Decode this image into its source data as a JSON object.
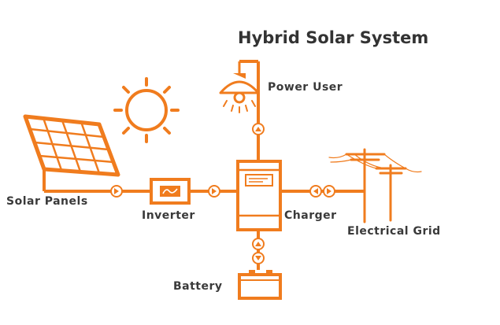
{
  "title": "Hybrid Solar System",
  "labels": {
    "power_user": "Power User",
    "solar_panels": "Solar Panels",
    "inverter": "Inverter",
    "charger": "Charger",
    "electrical_grid": "Electrical Grid",
    "battery": "Battery"
  },
  "colors": {
    "accent": "#f07c1e",
    "text": "#3a3a3a",
    "background": "#ffffff"
  },
  "icons": [
    "sun-icon",
    "solar-panel-icon",
    "lamp-icon",
    "inverter-icon",
    "charger-icon",
    "battery-icon",
    "power-pole-icon",
    "flow-arrow-icon"
  ]
}
